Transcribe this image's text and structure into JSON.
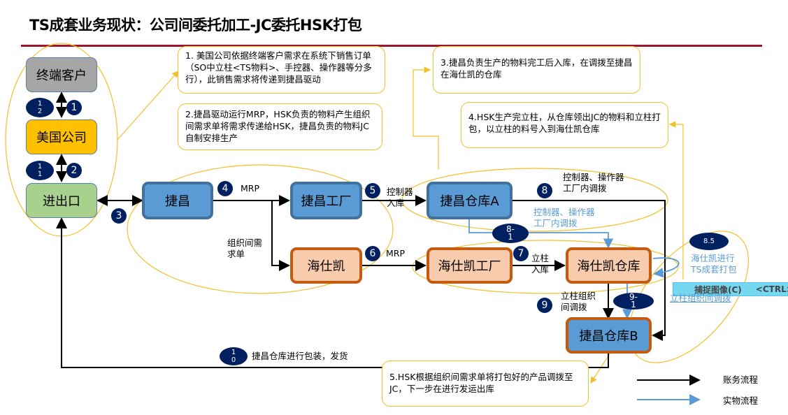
{
  "title": "TS成套业务现状：公司间委托加工-JC委托HSK打包",
  "nodes": {
    "end_customer": "终端客户",
    "us_company": "美国公司",
    "import_export": "进出口",
    "jiechang": "捷昌",
    "jiechang_factory": "捷昌工厂",
    "jiechang_warehouse_a": "捷昌仓库A",
    "haishikai": "海仕凯",
    "haishikai_factory": "海仕凯工厂",
    "haishikai_warehouse": "海仕凯仓库",
    "jiechang_warehouse_b": "捷昌仓库B"
  },
  "notes": {
    "n1": "1. 美国公司依据终端客户需求在系统下销售订单（SO中立柱<TS物料>、手控器、操作器等分多行），此销售需求将传递到捷昌驱动",
    "n2": "2.捷昌驱动运行MRP，HSK负责的物料产生组织间需求单将需求传递给HSK，捷昌负责的物料JC自制安排生产",
    "n3": "3.捷昌负责生产的物料完工后入库，在调拨至捷昌在海仕凯的仓库",
    "n4": "4.HSK生产完立柱，从仓库领出JC的物料和立柱打包，以立柱的料号入到海仕凯仓库",
    "n5": "5.HSK根据组织间需求单将打包好的产品调拨至JC，下一步在进行发运出库"
  },
  "badges": {
    "b1": "1",
    "b2": "2",
    "b3": "3",
    "b4": "4",
    "b5": "5",
    "b6": "6",
    "b7": "7",
    "b8": "8",
    "b9": "9",
    "b10": "1 0",
    "b11": "1 1",
    "b12": "1 2",
    "b8_1": "8- 1",
    "b9_1": "9- 1",
    "b8_5": "8.5"
  },
  "edge_labels": {
    "mrp1": "MRP",
    "mrp2": "MRP",
    "inter_org_demand": "组织间需求单",
    "controller_in": "控制器入库",
    "pillar_in": "立柱入库",
    "transfer_black": "控制器、操作器工厂内调拨",
    "transfer_blue": "控制器、操作器工厂内调拨",
    "pillar_transfer_black": "立柱组织间调拨",
    "pillar_transfer_blue": "立柱组织间调拨",
    "hsk_pack": "海仕凯进行TS成套打包",
    "pack_ship": "捷昌仓库进行包装，发货"
  },
  "capture_overlay": {
    "label": "捕捉图像(C)",
    "shortcut": "<CTRL><"
  },
  "legend": {
    "financial_flow": "账务流程",
    "physical_flow": "实物流程"
  },
  "colors": {
    "rule": "#a0152e",
    "badge": "#002060",
    "note_border": "#f2c029",
    "blue_fill": "#5b9bd5",
    "orange_border": "#c55a11",
    "physical_flow": "#5b9bd5",
    "financial_flow": "#000000"
  }
}
